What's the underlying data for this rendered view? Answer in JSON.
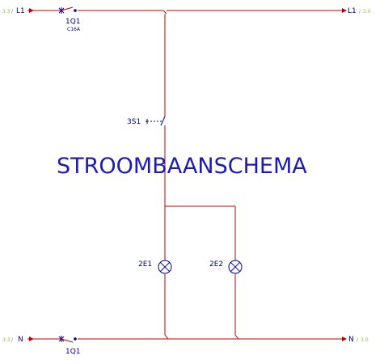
{
  "title": "STROOMBAANSCHEMA",
  "colors": {
    "wire": "#c00000",
    "label": "#00008b",
    "title": "#1b1bb4",
    "xref_number": "#8fbc45",
    "xref_slash": "#808080",
    "symbol": "#00008b"
  },
  "rails": {
    "top_left": {
      "xref_page": "3.3",
      "xref_sep": "/",
      "label": "L1"
    },
    "top_right": {
      "label": "L1",
      "xref_sep": "/",
      "xref_page": "3.0"
    },
    "bottom_left": {
      "xref_page": "3.3",
      "xref_sep": "/",
      "label": "N"
    },
    "bottom_right": {
      "label": "N",
      "xref_sep": "/",
      "xref_page": "3.0"
    }
  },
  "components": {
    "breaker_top": {
      "tag": "1Q1",
      "rating": "C16A",
      "icon": "circuit-breaker-icon"
    },
    "breaker_bottom": {
      "tag": "1Q1",
      "icon": "circuit-breaker-icon"
    },
    "switch": {
      "tag": "3S1",
      "icon": "push-button-switch-icon"
    },
    "lamp_1": {
      "tag": "2E1",
      "icon": "lamp-icon"
    },
    "lamp_2": {
      "tag": "2E2",
      "icon": "lamp-icon"
    }
  }
}
